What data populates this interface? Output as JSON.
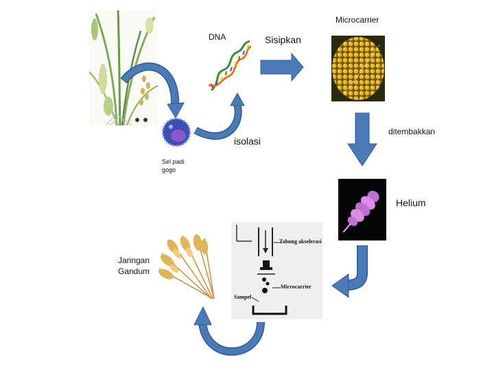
{
  "labels": {
    "dna": "DNA",
    "sisipkan": "Sisipkan",
    "microcarrier": "Microcarrier",
    "ditembakkan": "ditembakkan",
    "helium": "Helium",
    "isolasi": "isolasi",
    "sel_padi_gogo": "Sel padi gogo",
    "jaringan_gandum": "Jaringan Gandum"
  },
  "device": {
    "tabung": "Tabung akselerasi",
    "microcarrier": "Microcarrier",
    "sampel": "Sampel"
  },
  "colors": {
    "arrow_fill": "#4a7ab8",
    "arrow_stroke": "#2f5a90"
  }
}
